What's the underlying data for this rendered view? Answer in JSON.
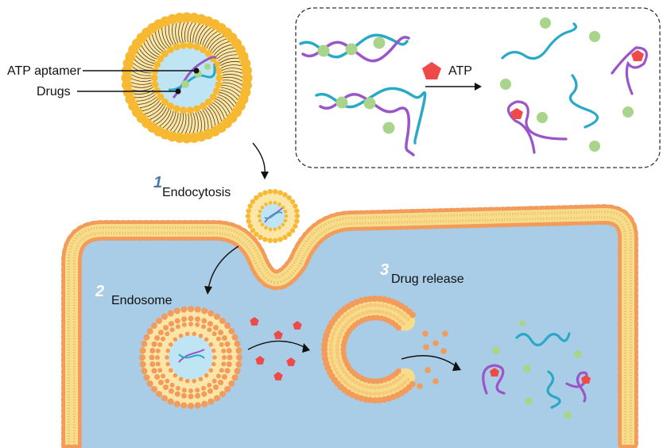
{
  "labels": {
    "aptamer": "ATP aptamer",
    "drugs": "Drugs",
    "atp": "ATP",
    "step1_num": "1",
    "step1_text": "Endocytosis",
    "step2_num": "2",
    "step2_text": "Endosome",
    "step3_num": "3",
    "step3_text": "Drug release"
  },
  "colors": {
    "cytoplasm": "#a9cde6",
    "membrane_head": "#f29b5b",
    "membrane_tail": "#f7dc8a",
    "liposome_head": "#f7b932",
    "liposome_tail": "#fbe6a8",
    "lumen": "#bfe4f3",
    "aptamer_strand": "#9a55c8",
    "dna_strand": "#29a9c8",
    "drug": "#a8d58b",
    "atp": "#ef4a4a",
    "step_num_dark": "#4e78a3",
    "step_num_light": "#ffffff"
  },
  "icons": {
    "atp_molecule": "pentagon-icon",
    "drug_molecule": "circle-icon",
    "aptamer_duplex": "double-helix-icon"
  }
}
